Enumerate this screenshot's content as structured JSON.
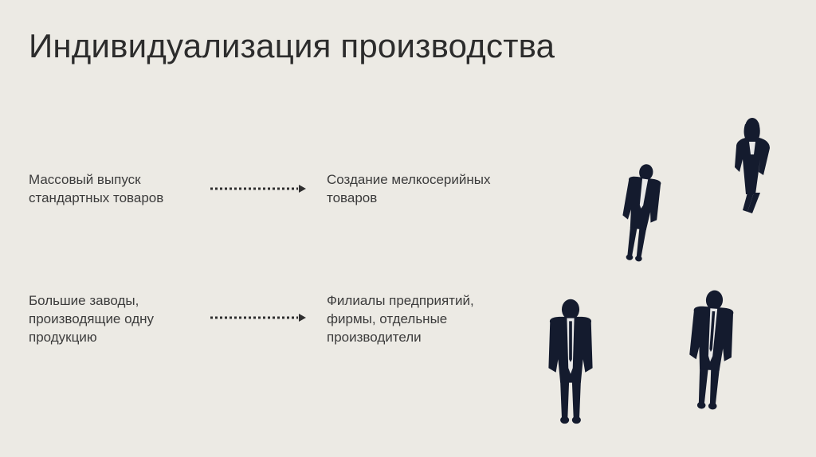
{
  "title": "Индивидуализация производства",
  "rows": [
    {
      "from": "Массовый выпуск\nстандартных товаров",
      "to": "Создание мелкосерийных\nтоваров"
    },
    {
      "from": "Большие заводы,\nпроизводящие одну\nпродукцию",
      "to": "Филиалы предприятий,\nфирмы, отдельные\nпроизводители"
    }
  ],
  "colors": {
    "background": "#eceae4",
    "text": "#3c3c3c",
    "figures": "#141b2e"
  },
  "icons": [
    "dotted-arrow-icon",
    "business-person-silhouette-icon"
  ]
}
